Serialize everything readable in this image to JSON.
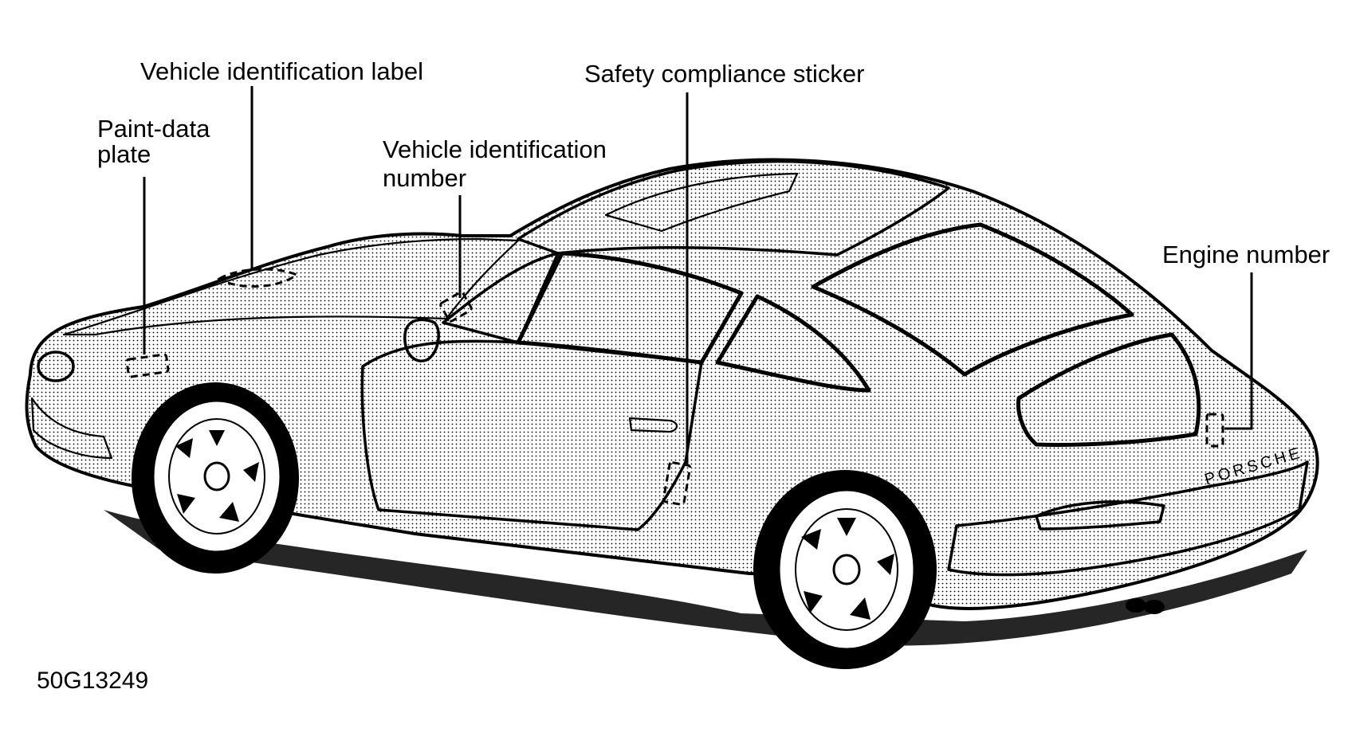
{
  "figure": {
    "id": "50G13249",
    "brand_badge": "PORSCHE",
    "colors": {
      "ink": "#000000",
      "paper": "#ffffff"
    }
  },
  "callouts": {
    "vehicle_identification_label": [
      "Vehicle identification label"
    ],
    "paint_data_plate": [
      "Paint-data",
      "plate"
    ],
    "vehicle_identification_number": [
      "Vehicle identification",
      "number"
    ],
    "safety_compliance_sticker": [
      "Safety compliance sticker"
    ],
    "engine_number": [
      "Engine number"
    ]
  }
}
